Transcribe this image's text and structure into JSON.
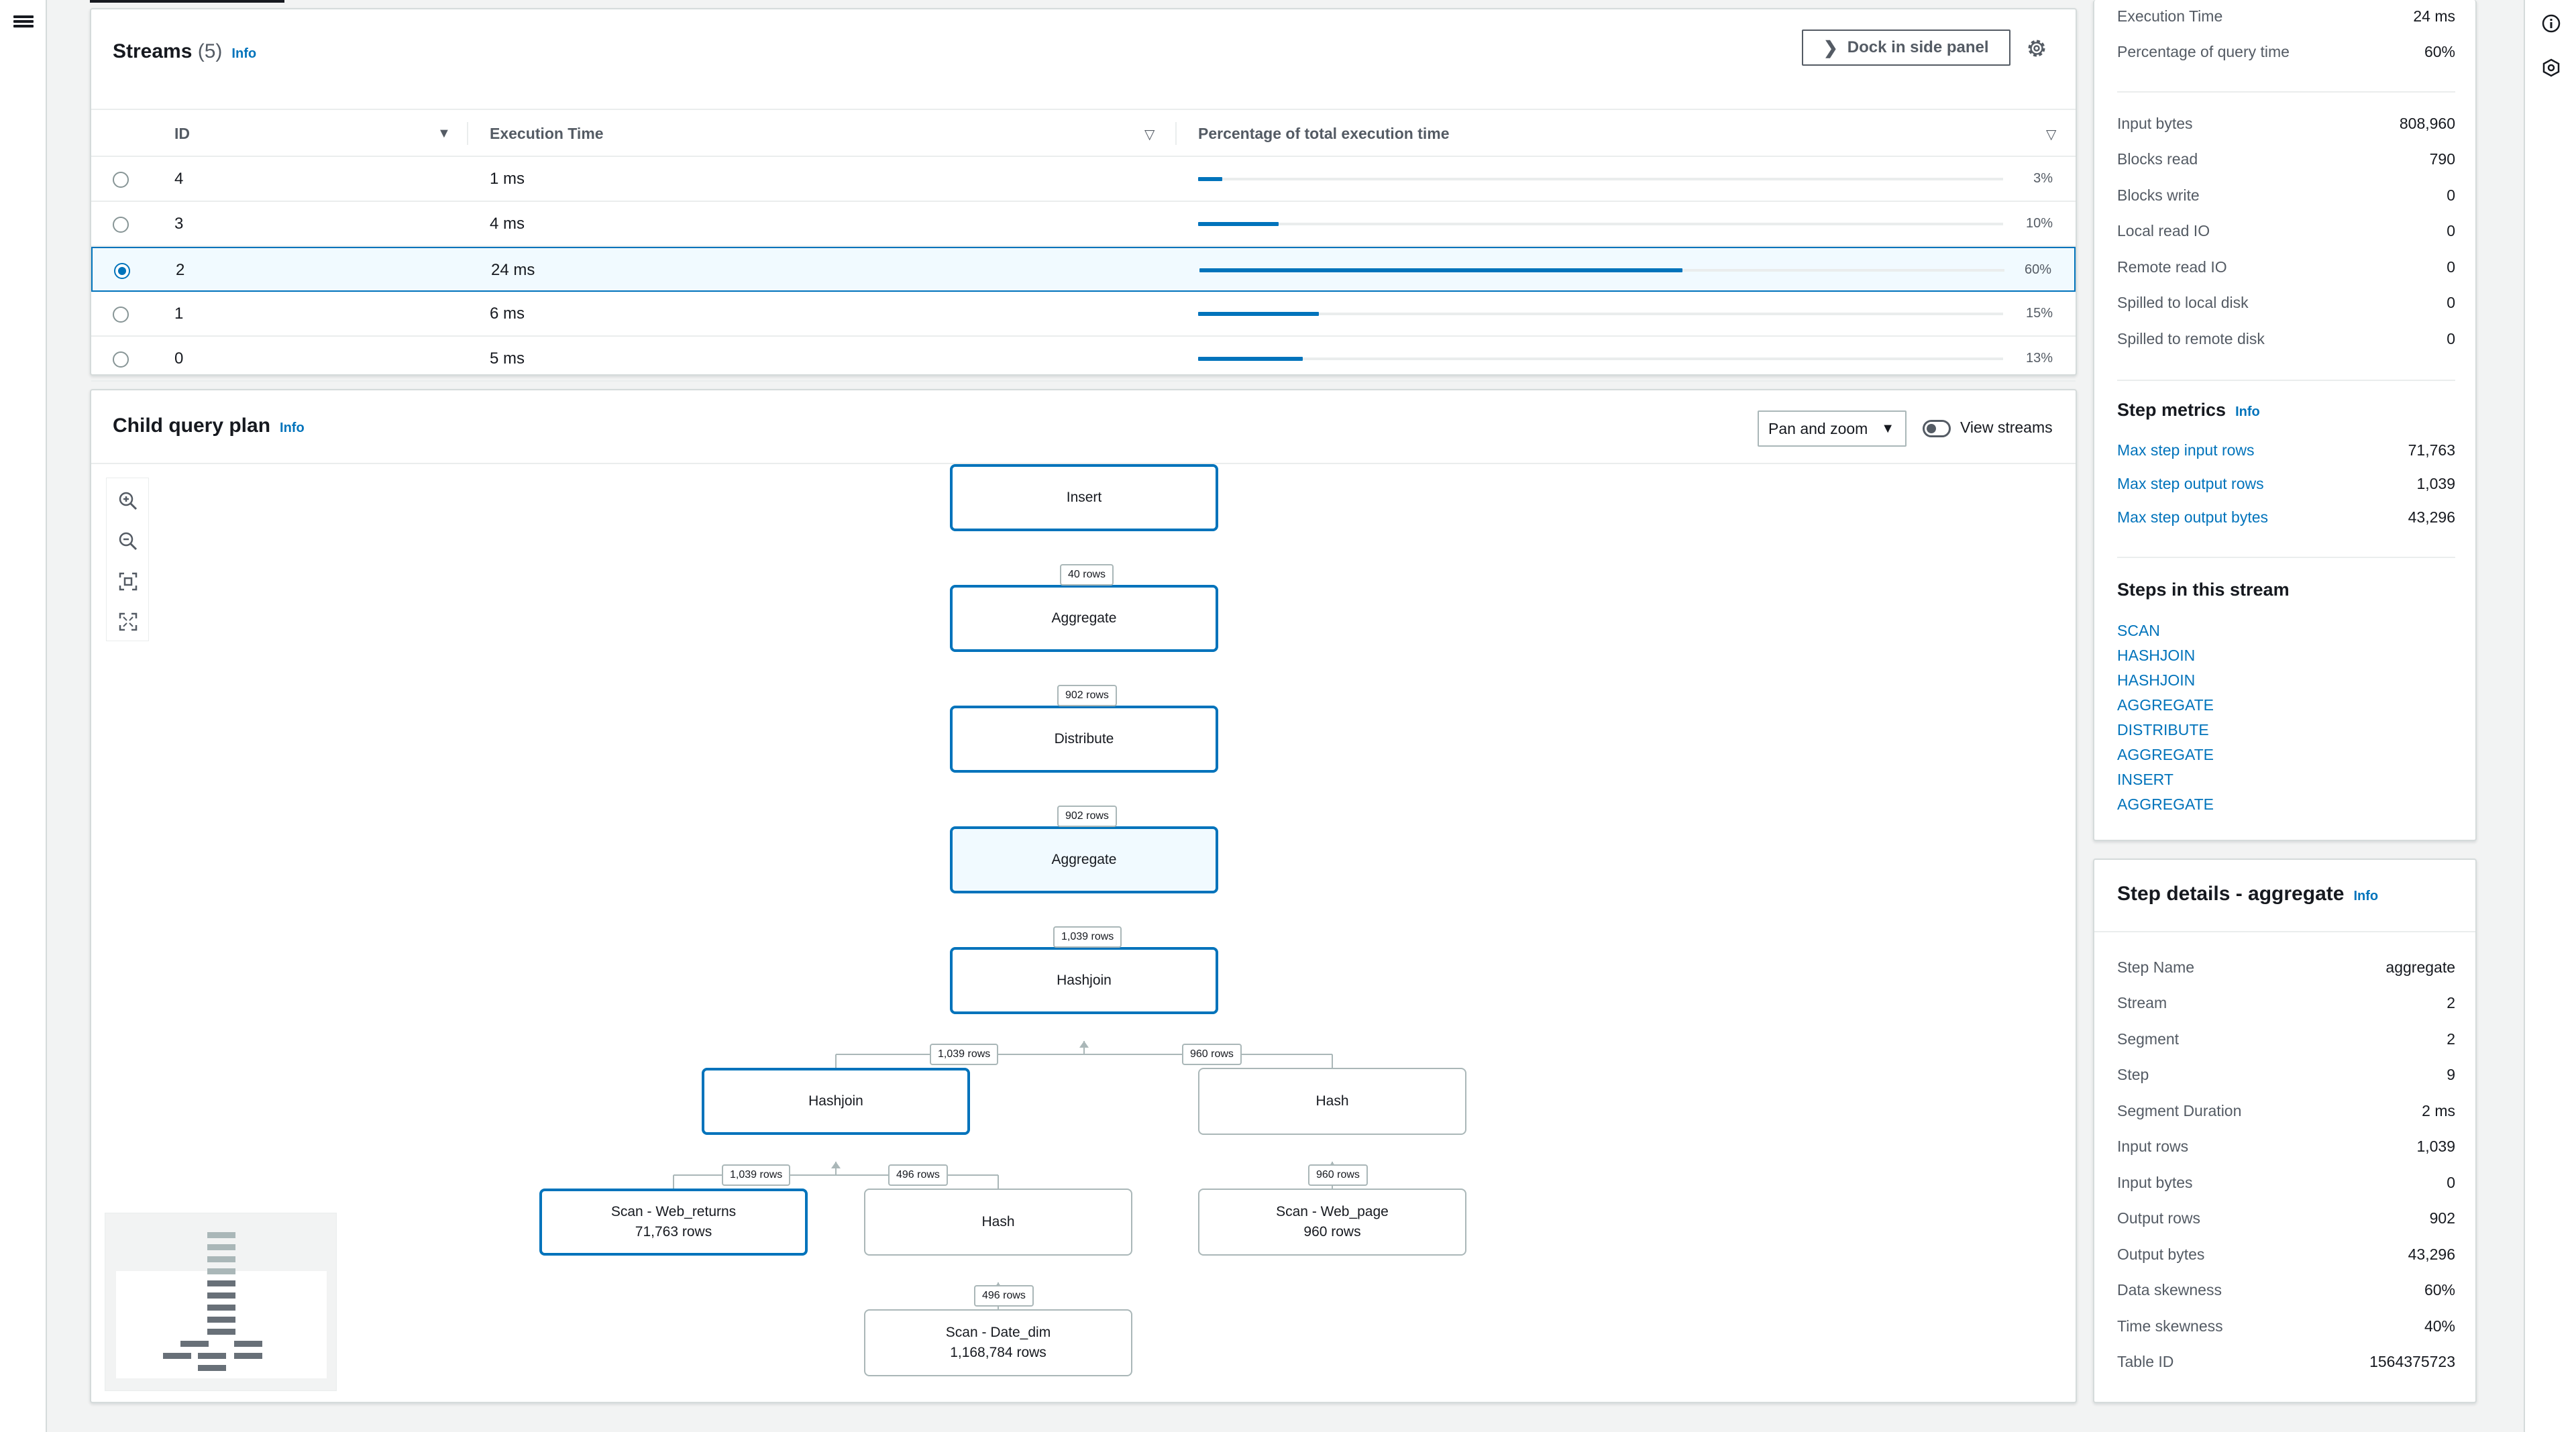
{
  "streams": {
    "title": "Streams",
    "count": "(5)",
    "info": "Info",
    "dock_label": "Dock in side panel",
    "columns": {
      "id": "ID",
      "exec_time": "Execution Time",
      "pct": "Percentage of total execution time"
    },
    "rows": [
      {
        "id": "4",
        "time": "1 ms",
        "pct_label": "3%",
        "pct": 3,
        "selected": false
      },
      {
        "id": "3",
        "time": "4 ms",
        "pct_label": "10%",
        "pct": 10,
        "selected": false
      },
      {
        "id": "2",
        "time": "24 ms",
        "pct_label": "60%",
        "pct": 60,
        "selected": true
      },
      {
        "id": "1",
        "time": "6 ms",
        "pct_label": "15%",
        "pct": 15,
        "selected": false
      },
      {
        "id": "0",
        "time": "5 ms",
        "pct_label": "13%",
        "pct": 13,
        "selected": false
      }
    ]
  },
  "plan": {
    "title": "Child query plan",
    "info": "Info",
    "mode": "Pan and zoom",
    "toggle_label": "View streams",
    "nodes": {
      "insert": "Insert",
      "aggregate1": "Aggregate",
      "distribute": "Distribute",
      "aggregate2": "Aggregate",
      "hashjoin1": "Hashjoin",
      "hashjoin2": "Hashjoin",
      "hash1": "Hash",
      "hash2": "Hash",
      "scan_web_returns": "Scan - Web_returns",
      "scan_web_returns_rows": "71,763 rows",
      "scan_web_page": "Scan - Web_page",
      "scan_web_page_rows": "960 rows",
      "scan_date_dim": "Scan - Date_dim",
      "scan_date_dim_rows": "1,168,784 rows"
    },
    "edges": {
      "aggregate1_insert": "40 rows",
      "distribute_aggregate1": "902 rows",
      "aggregate2_distribute": "902 rows",
      "hashjoin1_aggregate2": "1,039 rows",
      "hashjoin2_hashjoin1": "1,039 rows",
      "hash1_hashjoin1": "960 rows",
      "webreturns_hashjoin2": "1,039 rows",
      "hash2_hashjoin2": "496 rows",
      "webpage_hash1": "960 rows",
      "datedim_hash2": "496 rows"
    }
  },
  "stream_summary": {
    "rows_top": [
      {
        "k": "Execution Time",
        "v": "24 ms"
      },
      {
        "k": "Percentage of query time",
        "v": "60%"
      }
    ],
    "rows_io": [
      {
        "k": "Input bytes",
        "v": "808,960"
      },
      {
        "k": "Blocks read",
        "v": "790"
      },
      {
        "k": "Blocks write",
        "v": "0"
      },
      {
        "k": "Local read IO",
        "v": "0"
      },
      {
        "k": "Remote read IO",
        "v": "0"
      },
      {
        "k": "Spilled to local disk",
        "v": "0"
      },
      {
        "k": "Spilled to remote disk",
        "v": "0"
      }
    ],
    "step_metrics_title": "Step metrics",
    "info": "Info",
    "step_metrics": [
      {
        "k": "Max step input rows",
        "v": "71,763"
      },
      {
        "k": "Max step output rows",
        "v": "1,039"
      },
      {
        "k": "Max step output bytes",
        "v": "43,296"
      }
    ],
    "steps_title": "Steps in this stream",
    "steps": [
      "SCAN",
      "HASHJOIN",
      "HASHJOIN",
      "AGGREGATE",
      "DISTRIBUTE",
      "AGGREGATE",
      "INSERT",
      "AGGREGATE"
    ]
  },
  "step_details": {
    "title": "Step details - aggregate",
    "info": "Info",
    "rows": [
      {
        "k": "Step Name",
        "v": "aggregate"
      },
      {
        "k": "Stream",
        "v": "2"
      },
      {
        "k": "Segment",
        "v": "2"
      },
      {
        "k": "Step",
        "v": "9"
      },
      {
        "k": "Segment Duration",
        "v": "2 ms"
      },
      {
        "k": "Input rows",
        "v": "1,039"
      },
      {
        "k": "Input bytes",
        "v": "0"
      },
      {
        "k": "Output rows",
        "v": "902"
      },
      {
        "k": "Output bytes",
        "v": "43,296"
      },
      {
        "k": "Data skewness",
        "v": "60%"
      },
      {
        "k": "Time skewness",
        "v": "40%"
      },
      {
        "k": "Table ID",
        "v": "1564375723"
      }
    ]
  },
  "colors": {
    "accent": "#0073bb",
    "border": "#d5dbdb",
    "selected_bg": "#f1faff"
  }
}
